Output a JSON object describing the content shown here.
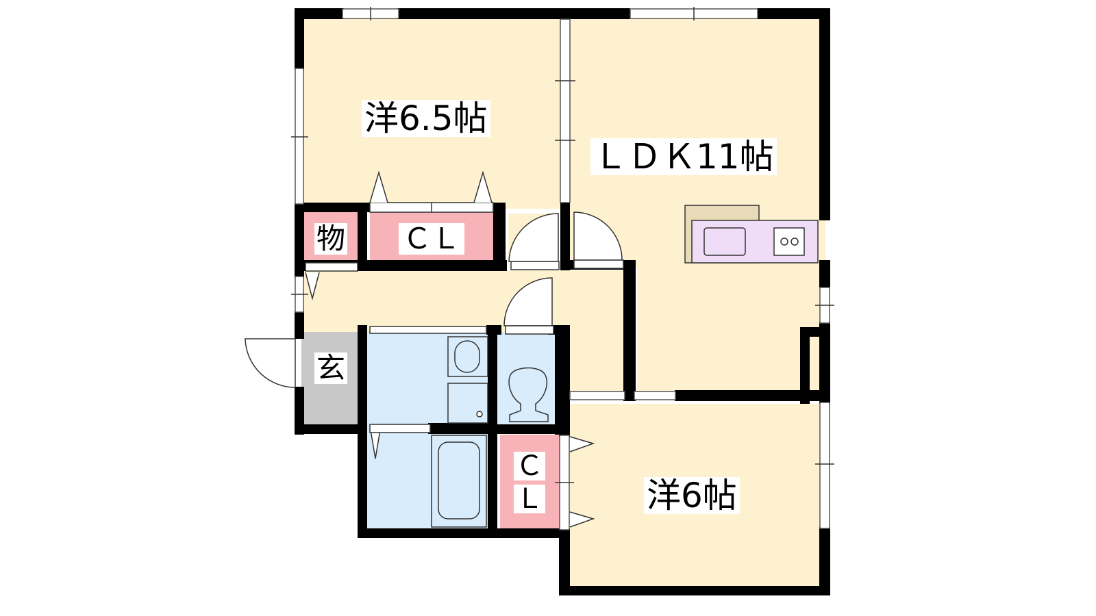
{
  "rooms": {
    "western_65": {
      "label": "洋6.5帖"
    },
    "ldk": {
      "label": "ＬＤＫ11帖"
    },
    "western_6": {
      "label": "洋6帖"
    },
    "storage": {
      "label": "物"
    },
    "closet_top": {
      "label": "ＣＬ"
    },
    "closet_small_c": {
      "label": "Ｃ"
    },
    "closet_small_l": {
      "label": "Ｌ"
    },
    "entrance": {
      "label": "玄"
    }
  },
  "colors": {
    "room": "#fdf1cf",
    "wet": "#d8ecfb",
    "closet": "#f8b3b8",
    "entrance": "#c8c8c8",
    "kitchen": "#efdcf7",
    "counter": "#e8dcb8",
    "wall": "#000000"
  }
}
